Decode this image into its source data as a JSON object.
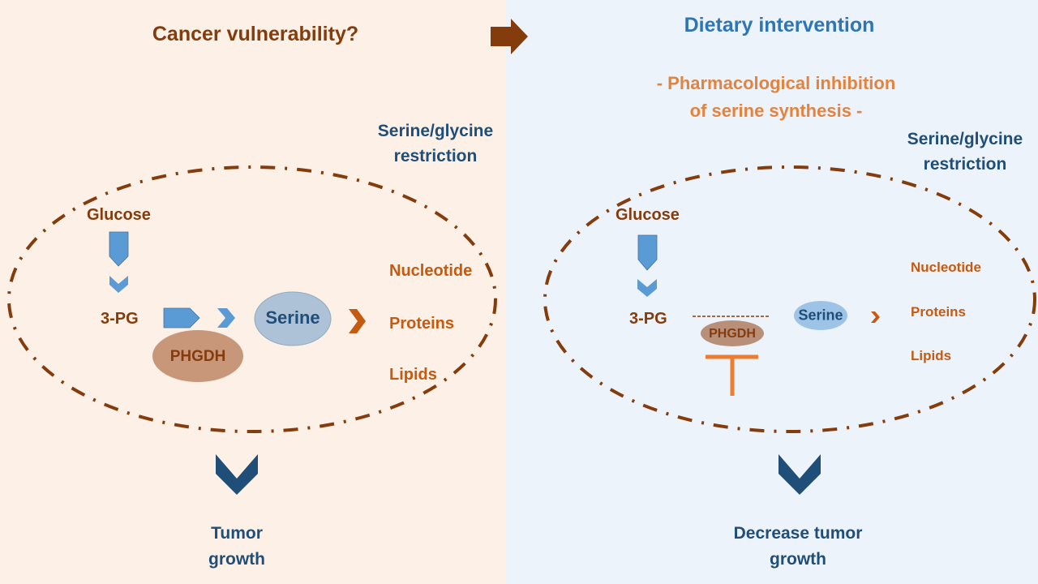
{
  "left": {
    "title": "Cancer vulnerability?",
    "restriction_label": [
      "Serine/glycine",
      "restriction"
    ],
    "glucose": "Glucose",
    "pg3": "3-PG",
    "enzyme": "PHGDH",
    "serine": "Serine",
    "products": [
      "Nucleotide",
      "Proteins",
      "Lipids"
    ],
    "outcome": [
      "Tumor",
      "growth"
    ]
  },
  "right": {
    "title": "Dietary intervention",
    "subtitle": [
      "- Pharmacological  inhibition",
      "of serine synthesis -"
    ],
    "restriction_label": [
      "Serine/glycine",
      "restriction"
    ],
    "glucose": "Glucose",
    "pg3": "3-PG",
    "enzyme": "PHGDH",
    "serine": "Serine",
    "products": [
      "Nucleotide",
      "Proteins",
      "Lipids"
    ],
    "outcome": [
      "Decrease tumor",
      "growth"
    ]
  },
  "colors": {
    "left_bg": "#fdf0e7",
    "right_bg": "#edf3fb",
    "brown": "#843c0c",
    "orange": "#c55a11",
    "arrow_blue": "#5b9bd5",
    "navy": "#1f4e79",
    "enzyme_fill": "#c8977a",
    "serine_fill_left": "#adc2d6",
    "serine_fill_right": "#9dc3e6",
    "inhibitor": "#ed7d31"
  }
}
